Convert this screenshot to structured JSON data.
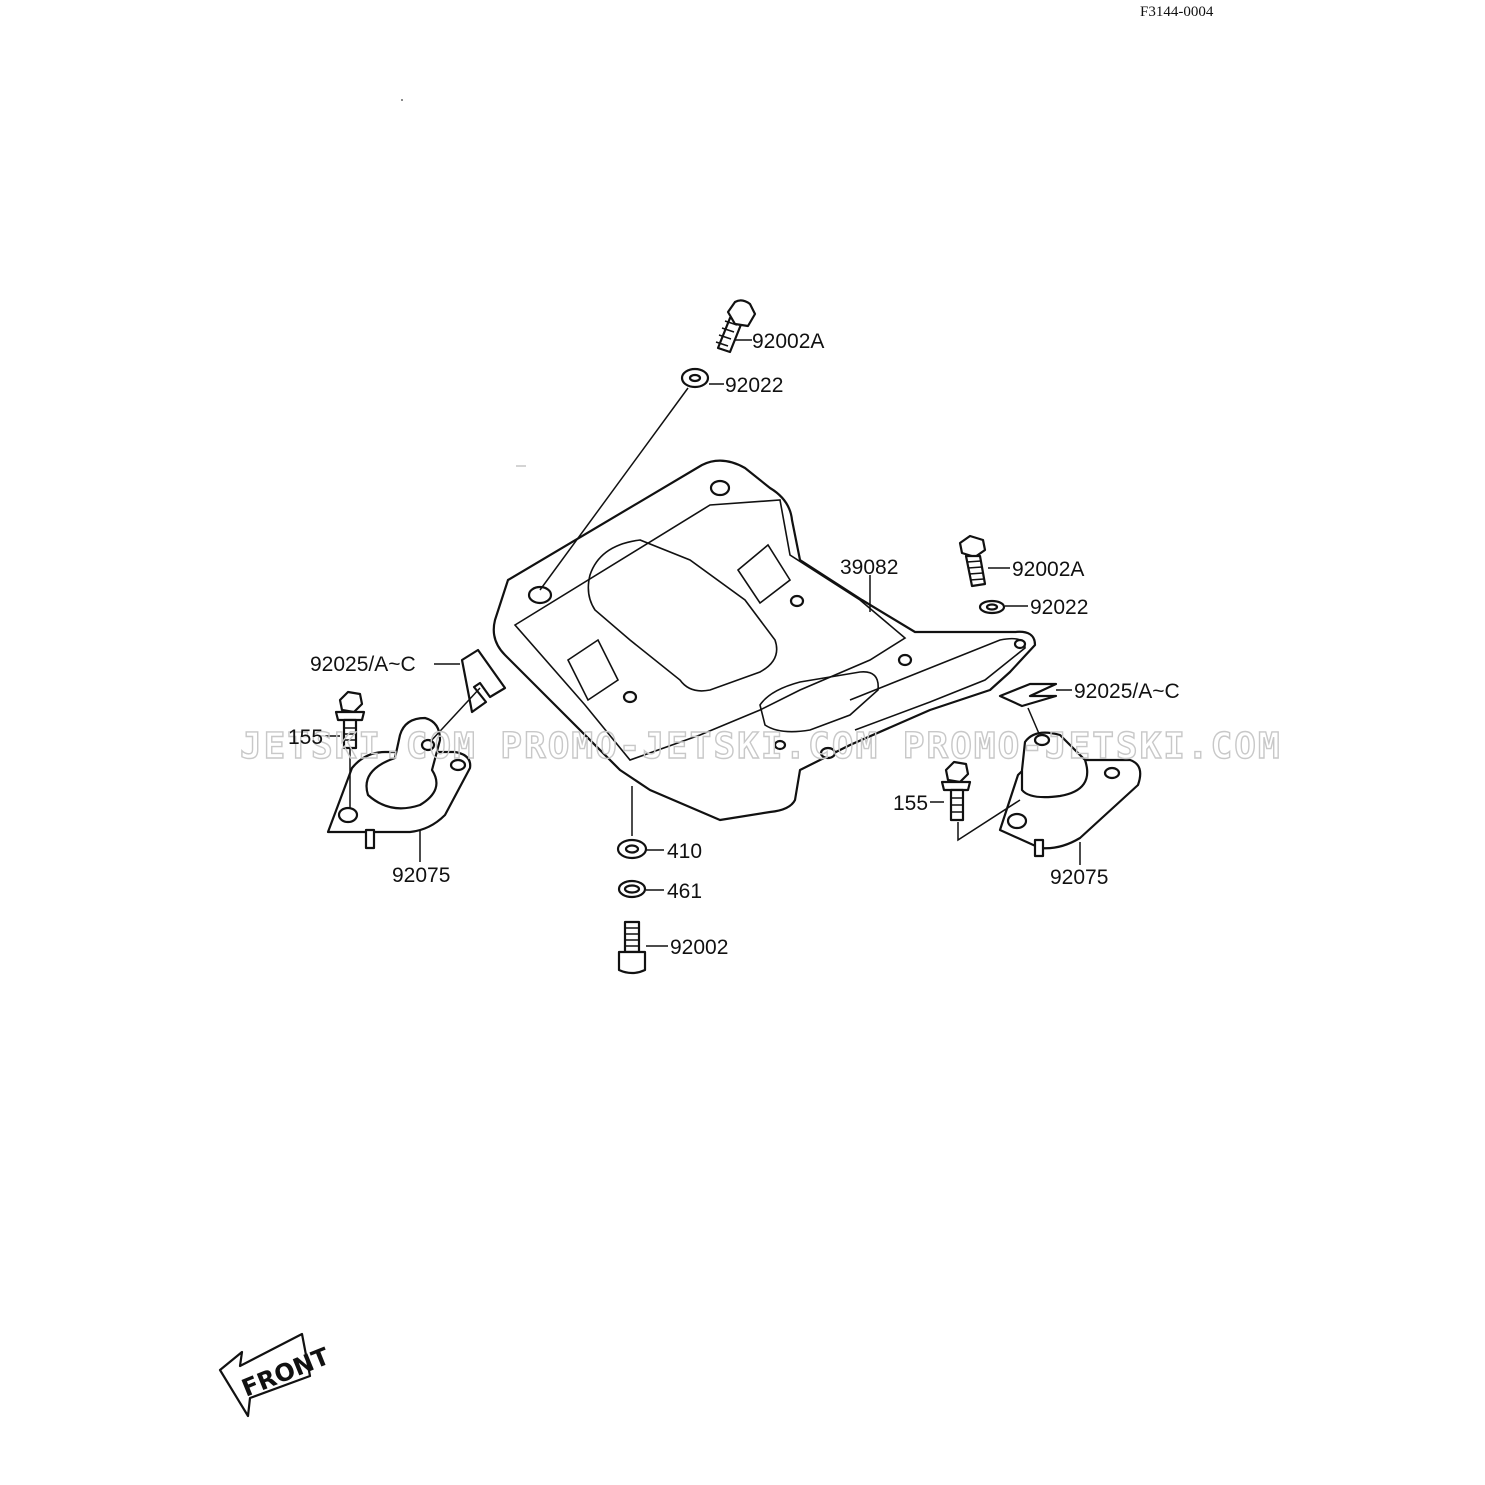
{
  "drawing_code": "F3144-0004",
  "watermark": "JETSKI.COM PROMO-JETSKI.COM PROMO-JETSKI.COM",
  "front_label": "FRONT",
  "callouts": [
    {
      "id": "c1",
      "label": "92002A"
    },
    {
      "id": "c2",
      "label": "92022"
    },
    {
      "id": "c3",
      "label": "39082"
    },
    {
      "id": "c4",
      "label": "92002A"
    },
    {
      "id": "c5",
      "label": "92022"
    },
    {
      "id": "c6",
      "label": "92025/A~C"
    },
    {
      "id": "c7",
      "label": "155"
    },
    {
      "id": "c8",
      "label": "92075"
    },
    {
      "id": "c9",
      "label": "92025/A~C"
    },
    {
      "id": "c10",
      "label": "155"
    },
    {
      "id": "c11",
      "label": "92075"
    },
    {
      "id": "c12",
      "label": "410"
    },
    {
      "id": "c13",
      "label": "461"
    },
    {
      "id": "c14",
      "label": "92002"
    }
  ]
}
